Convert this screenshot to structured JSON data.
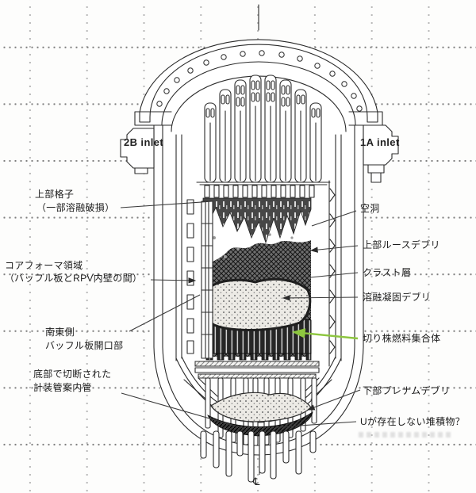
{
  "figure": {
    "title": "reactor-pressure-vessel-core-damage-cutaway",
    "colors": {
      "line": "#2b2b2b",
      "accent_green": "#8dc63f",
      "background": "#fdfdfc",
      "grid_dot_dark": "#7e7e7e",
      "grid_dot_light": "#b6b6b6"
    }
  },
  "labels": {
    "inlet_left": "2B inlet",
    "inlet_right": "1A inlet",
    "upper_grid_1": "上部格子",
    "upper_grid_2": "（一部溶融破損）",
    "core_former_1": "コアフォーマ領域",
    "core_former_2": "（バッフル板とRPV内壁の間）",
    "se_baffle_1": "南東側",
    "se_baffle_2": "バッフル板開口部",
    "cut_tubes_1": "底部で切断された",
    "cut_tubes_2": "計装管案内管",
    "cavity": "空洞",
    "upper_loose_debris": "上部ルースデブリ",
    "crust_layer": "クラスト層",
    "molten_debris": "溶融凝固デブリ",
    "stub_fuel": "切り株燃料集合体",
    "lower_plenum_debris": "下部プレナムデブリ",
    "no_uranium_deposit": "Uが存在しない堆積物？",
    "centerline_symbol": "℄"
  }
}
